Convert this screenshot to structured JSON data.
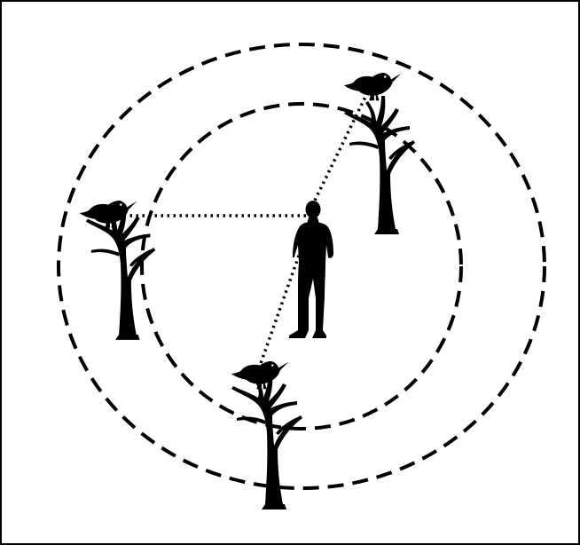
{
  "figure": {
    "description_text": "",
    "colors": {
      "background": "#ffffff",
      "ink": "#000000",
      "frame": "#000000"
    },
    "elements": {
      "outer_ring": {
        "style": "dashed",
        "role": "outer-range-circle"
      },
      "inner_ring": {
        "style": "dashed",
        "role": "inner-range-circle"
      },
      "sight_lines": {
        "style": "dotted",
        "count": 3
      },
      "observer": {
        "icon": "standing-person-silhouette-icon"
      },
      "birds": [
        {
          "icon": "songbird-silhouette-icon",
          "perch": "bare-tree-silhouette-icon",
          "position_word": "left"
        },
        {
          "icon": "songbird-silhouette-icon",
          "perch": "bare-tree-silhouette-icon",
          "position_word": "top-right"
        },
        {
          "icon": "songbird-silhouette-icon",
          "perch": "bare-tree-silhouette-icon",
          "position_word": "bottom"
        }
      ]
    }
  }
}
